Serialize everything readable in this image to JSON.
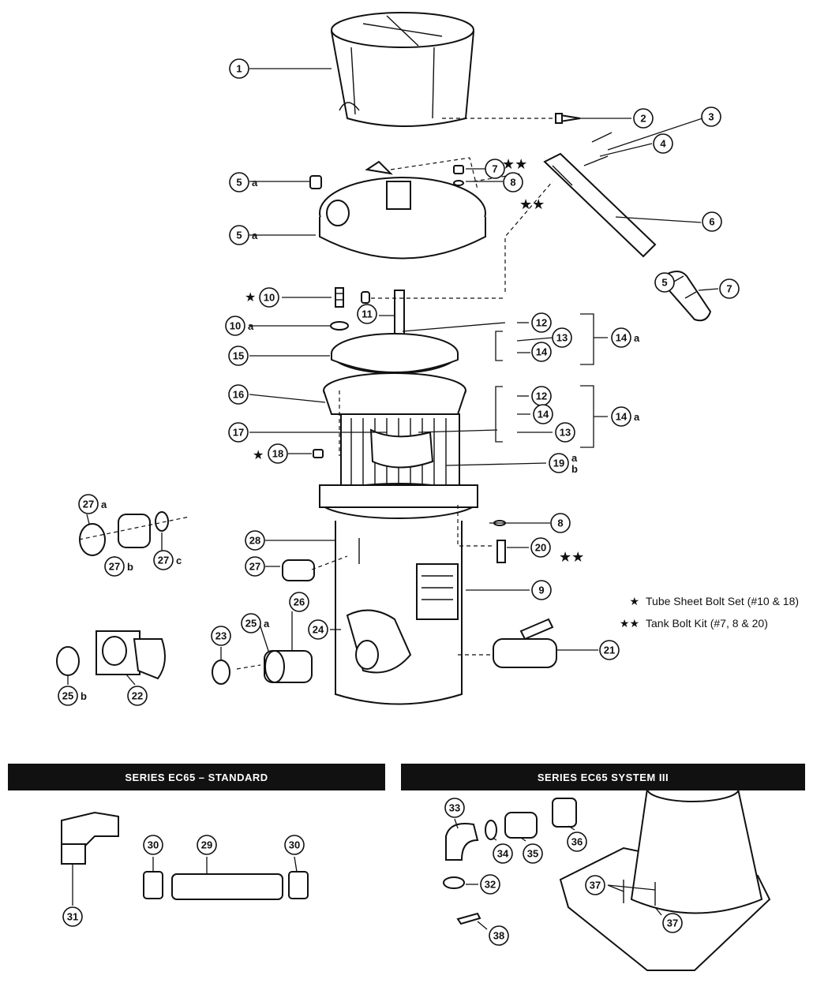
{
  "legend": [
    {
      "mark": "★",
      "text": "Tube Sheet Bolt Set (#10 & 18)"
    },
    {
      "mark": "★★",
      "text": "Tank Bolt Kit (#7, 8 & 20)"
    }
  ],
  "sections": {
    "standard": "SERIES EC65 – STANDARD",
    "system3": "SERIES EC65 SYSTEM III"
  },
  "callouts": [
    {
      "num": "1"
    },
    {
      "num": "2"
    },
    {
      "num": "3"
    },
    {
      "num": "4"
    },
    {
      "num": "5"
    },
    {
      "num": "5",
      "suffix": "a"
    },
    {
      "num": "5",
      "suffix": "a"
    },
    {
      "num": "6"
    },
    {
      "num": "7"
    },
    {
      "num": "7"
    },
    {
      "num": "8"
    },
    {
      "num": "8"
    },
    {
      "num": "9"
    },
    {
      "num": "10"
    },
    {
      "num": "10",
      "suffix": "a"
    },
    {
      "num": "11"
    },
    {
      "num": "12"
    },
    {
      "num": "12"
    },
    {
      "num": "13"
    },
    {
      "num": "13"
    },
    {
      "num": "14"
    },
    {
      "num": "14"
    },
    {
      "num": "14",
      "suffix": "a"
    },
    {
      "num": "14",
      "suffix": "a"
    },
    {
      "num": "15"
    },
    {
      "num": "16"
    },
    {
      "num": "17"
    },
    {
      "num": "18"
    },
    {
      "num": "19",
      "suffix": "a b"
    },
    {
      "num": "20"
    },
    {
      "num": "21"
    },
    {
      "num": "22"
    },
    {
      "num": "23"
    },
    {
      "num": "24"
    },
    {
      "num": "25",
      "suffix": "a"
    },
    {
      "num": "25",
      "suffix": "b"
    },
    {
      "num": "26"
    },
    {
      "num": "27"
    },
    {
      "num": "27",
      "suffix": "a"
    },
    {
      "num": "27",
      "suffix": "b"
    },
    {
      "num": "27",
      "suffix": "c"
    },
    {
      "num": "28"
    },
    {
      "num": "29"
    },
    {
      "num": "30"
    },
    {
      "num": "30"
    },
    {
      "num": "31"
    },
    {
      "num": "32"
    },
    {
      "num": "33"
    },
    {
      "num": "34"
    },
    {
      "num": "35"
    },
    {
      "num": "36"
    },
    {
      "num": "37"
    },
    {
      "num": "37"
    },
    {
      "num": "38"
    }
  ],
  "stars": [
    "★★",
    "★★",
    "★",
    "★",
    "★★"
  ]
}
